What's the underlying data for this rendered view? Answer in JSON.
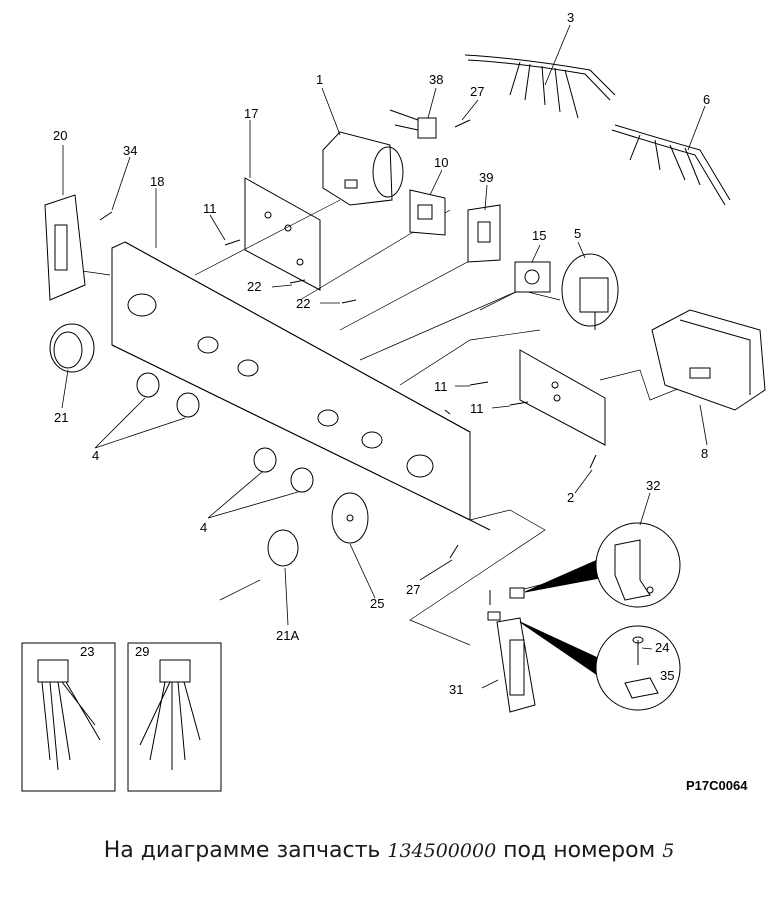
{
  "diagram": {
    "code": "P17C0064",
    "callouts": [
      "1",
      "2",
      "3",
      "4",
      "4",
      "5",
      "6",
      "8",
      "10",
      "11",
      "11",
      "11",
      "15",
      "17",
      "18",
      "20",
      "21",
      "21A",
      "22",
      "22",
      "23",
      "24",
      "25",
      "27",
      "27",
      "29",
      "31",
      "32",
      "34",
      "35",
      "38",
      "39"
    ]
  },
  "caption": {
    "prefix": "На диаграмме запчасть",
    "part_number": "134500000",
    "middle": "под номером",
    "callout": "5"
  }
}
